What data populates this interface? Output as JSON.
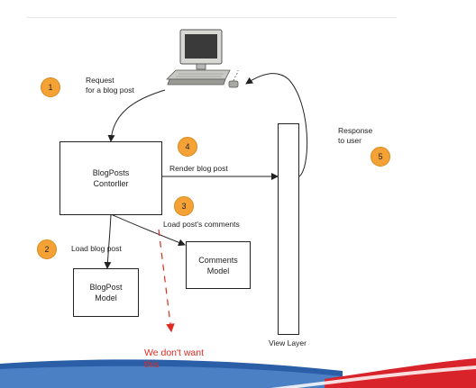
{
  "steps": {
    "step1": {
      "number": "1",
      "label": "Request\nfor a blog post"
    },
    "step2": {
      "number": "2",
      "label": "Load blog post"
    },
    "step3": {
      "number": "3",
      "label": "Load post's comments"
    },
    "step4": {
      "number": "4",
      "label": "Render blog post"
    },
    "step5": {
      "number": "5",
      "label": "Response\nto user"
    }
  },
  "boxes": {
    "controller": "BlogPosts\nContorller",
    "blogpost_model": "BlogPost\nModel",
    "comments_model": "Comments\nModel",
    "view_layer": "View Layer"
  },
  "note": "We don't want\nthis",
  "colors": {
    "badge": "#f4a236",
    "note": "#e02b20",
    "footer_blue": "#2a5fa8",
    "footer_red": "#d8232a"
  },
  "icons": {
    "computer": "desktop-computer-icon"
  }
}
